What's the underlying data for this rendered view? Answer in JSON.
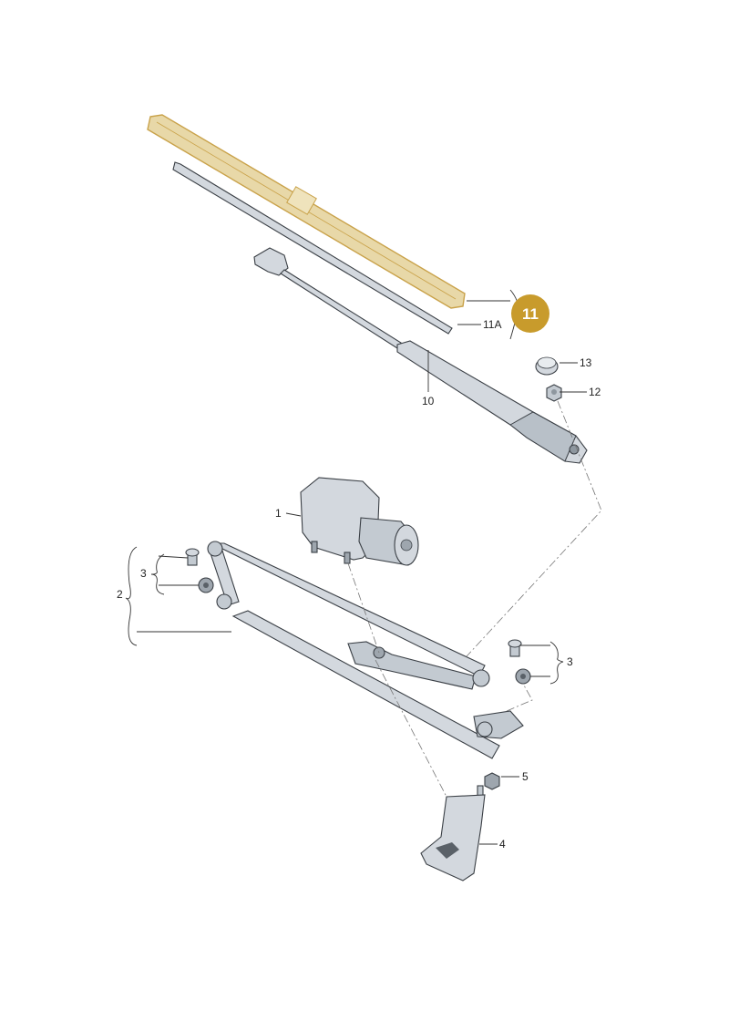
{
  "colors": {
    "highlight": "#E8D8A8",
    "highlight_stroke": "#C9A24A",
    "badge": "#C89B2C",
    "part_fill": "#D3D8DE",
    "part_dark": "#9EA6AE"
  },
  "callouts": {
    "c1": "1",
    "c2": "2",
    "c3_left": "3",
    "c3_right": "3",
    "c4": "4",
    "c5": "5",
    "c10": "10",
    "c11a": "11A",
    "c12": "12",
    "c13": "13",
    "badge": "11"
  }
}
